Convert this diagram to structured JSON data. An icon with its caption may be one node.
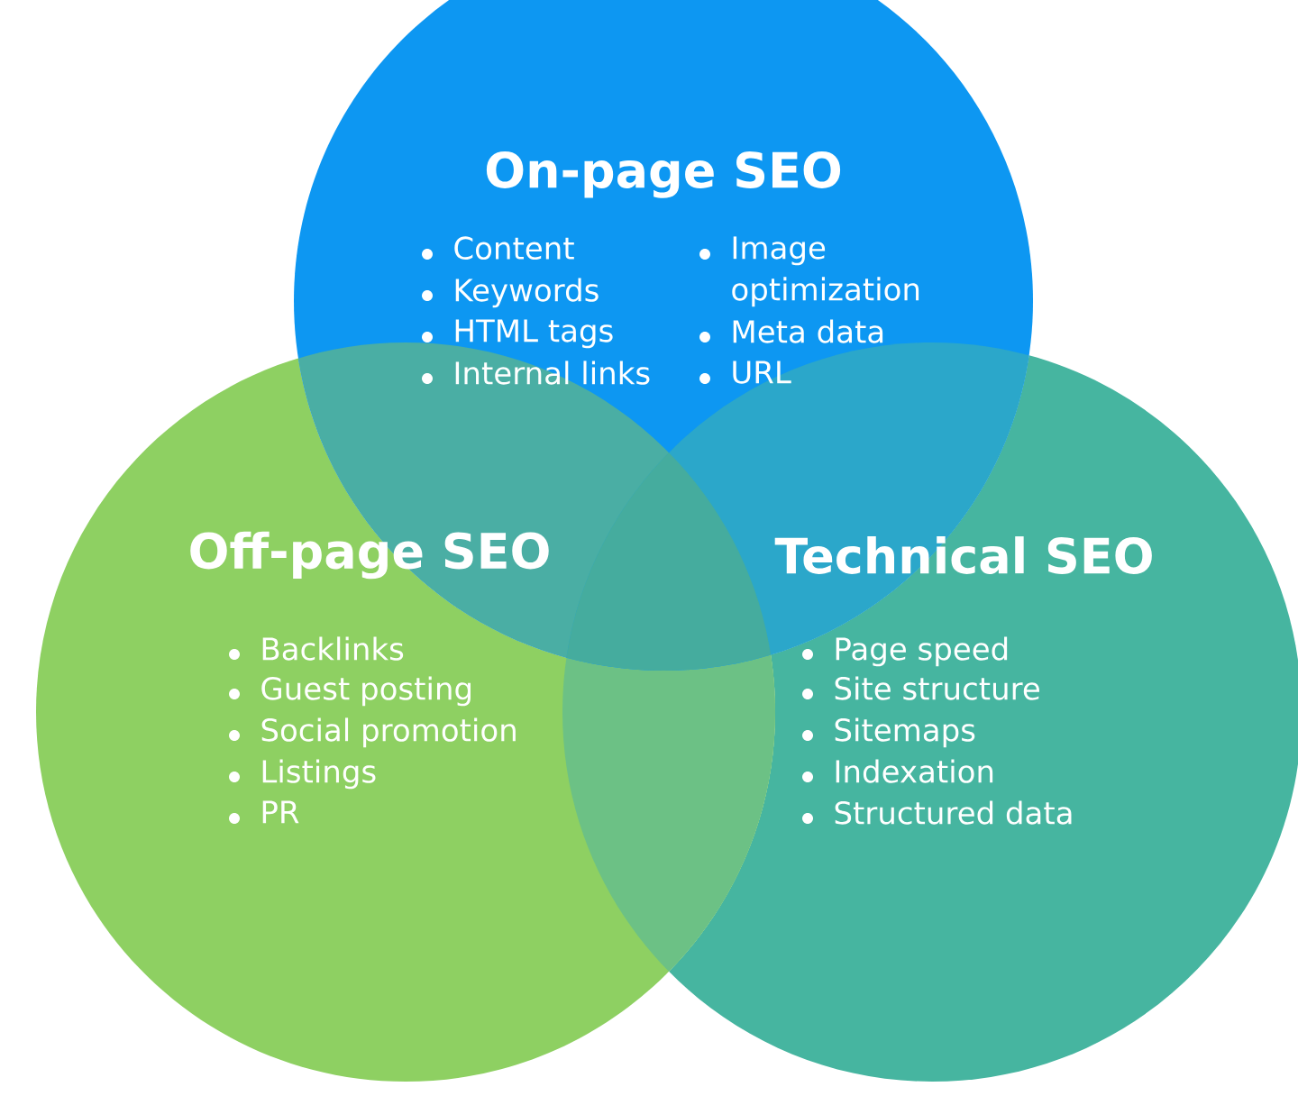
{
  "diagram": {
    "nodes": [
      {
        "text": [
          "On-page SEO",
          "Content",
          "Keywords",
          "HTML tags",
          "Internal links",
          "Image optimization",
          "Meta data",
          "URL"
        ]
      },
      {
        "text": [
          "Off-page SEO",
          "Backlinks",
          "Guest posting",
          "Social promotion",
          "Listings",
          "PR"
        ]
      },
      {
        "text": [
          "Technical SEO",
          "Page speed",
          "Site structure",
          "Sitemaps",
          "Indexation",
          "Structured data"
        ]
      }
    ]
  }
}
